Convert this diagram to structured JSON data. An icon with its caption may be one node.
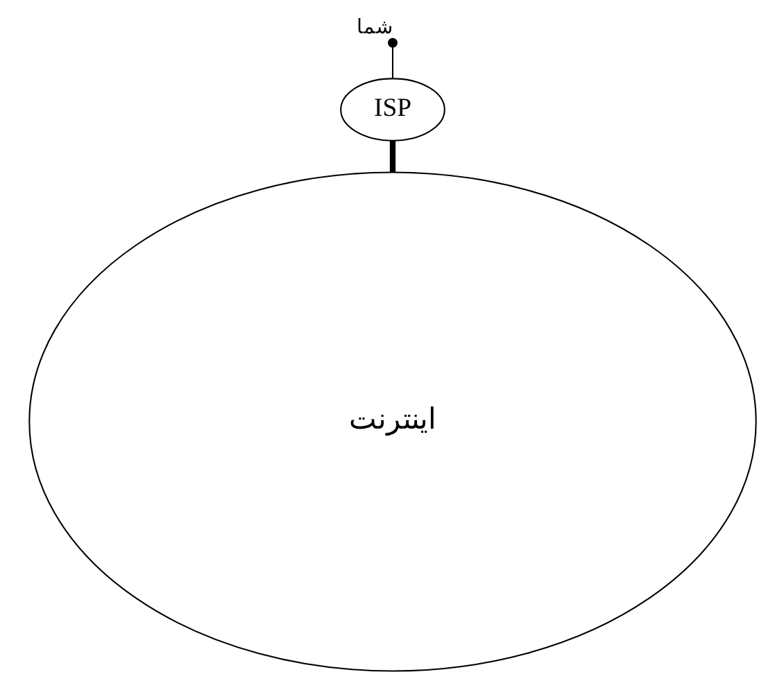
{
  "diagram": {
    "nodes": [
      {
        "text": [],
        "shape": "circle",
        "beside": [
          "شما"
        ]
      },
      {
        "text": [
          "ISP"
        ]
      },
      {
        "text": [
          "اینترنت"
        ]
      }
    ],
    "edges": [
      {
        "from": 0,
        "to": 1,
        "arrow": "none"
      },
      {
        "from": 1,
        "to": 2,
        "arrow": "none",
        "style": "thick"
      }
    ]
  }
}
